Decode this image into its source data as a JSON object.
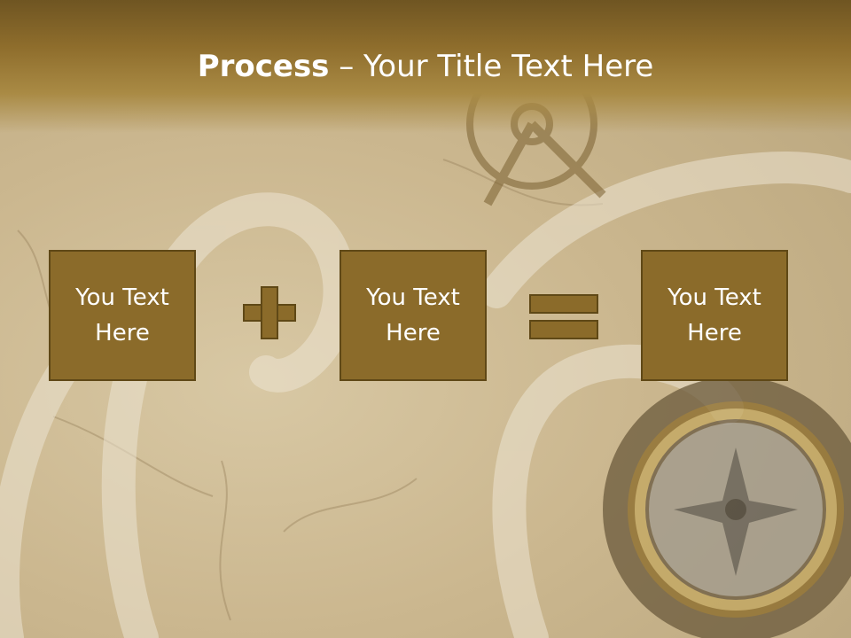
{
  "slide": {
    "title_bold": "Process",
    "title_rest": " – Your Title Text Here"
  },
  "boxes": [
    {
      "label_line1": "You Text",
      "label_line2": "Here"
    },
    {
      "label_line1": "You Text",
      "label_line2": "Here"
    },
    {
      "label_line1": "You Text",
      "label_line2": "Here"
    }
  ],
  "operators": [
    "plus-icon",
    "equals-icon"
  ],
  "colors": {
    "header_dark": "#6f5522",
    "box_fill": "#8b6b2a",
    "box_border": "#5f4816",
    "background": "#cbb78f",
    "text": "#ffffff"
  }
}
